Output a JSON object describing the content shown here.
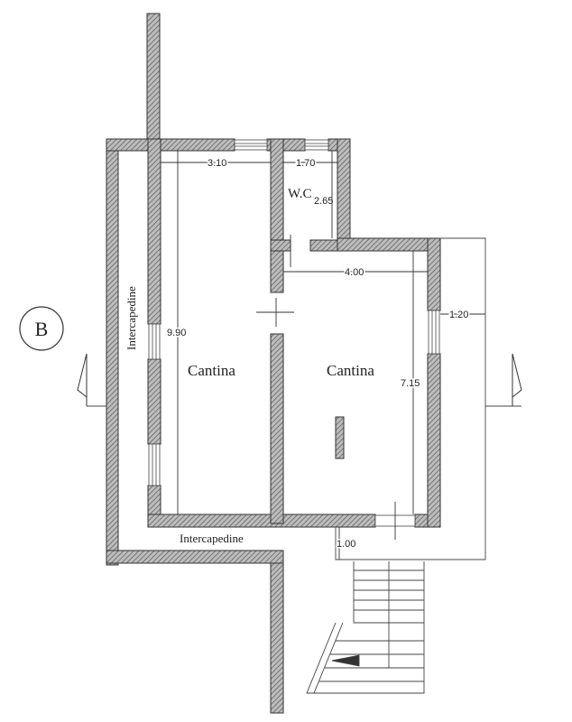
{
  "section_marker": "B",
  "rooms": {
    "cantina_left": "Cantina",
    "cantina_right": "Cantina",
    "wc": "W.C",
    "intercapedine_vertical": "Intercapedine",
    "intercapedine_horizontal": "Intercapedine"
  },
  "dimensions": {
    "top_left_width": "3.10",
    "wc_width": "1.70",
    "wc_depth": "2.65",
    "right_room_width": "4.00",
    "left_room_depth": "9.90",
    "right_room_depth": "7.15",
    "side_strip": "1.20",
    "bottom_strip": "1.00"
  }
}
